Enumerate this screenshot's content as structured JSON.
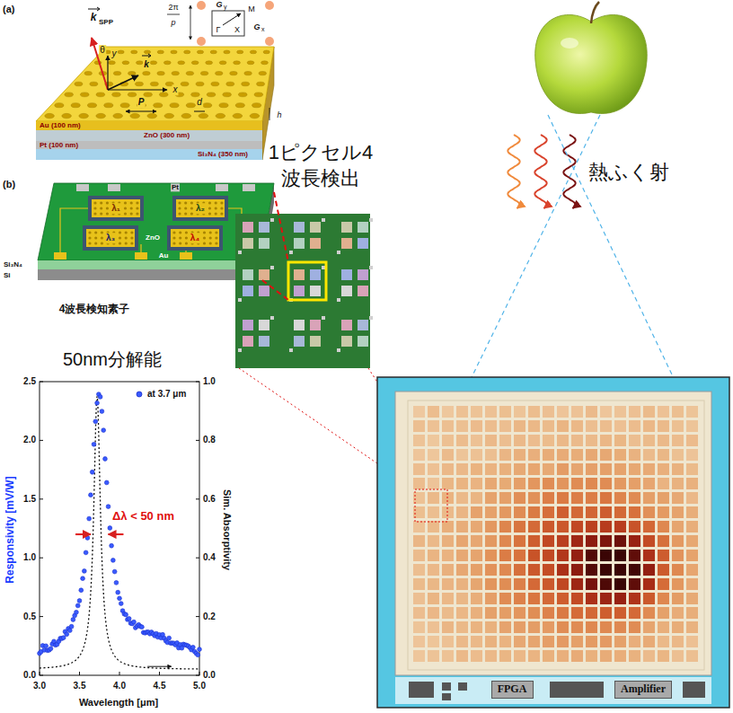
{
  "diagram": {
    "nodes": [
      {
        "text": [
          "FPGA"
        ]
      },
      {
        "text": [
          "Amplifier"
        ]
      }
    ],
    "labels": [
      "(a)",
      "k",
      "SPP",
      "θ",
      "y",
      "k",
      "x",
      "2π",
      "p",
      "G",
      "y",
      "M",
      "Γ",
      "X",
      "G",
      "x",
      "P",
      "d",
      "h",
      "Au (100 nm)",
      "ZnO (300 nm)",
      "Pt (100 nm)",
      "Si₃N₄ (350 nm)",
      "(b)",
      "Pt",
      "λ₁",
      "λ₂",
      "λ₃",
      "λ₄",
      "ZnO",
      "Au",
      "Si₃N₄",
      "Si",
      "4波長検知素子",
      "1ピクセル4 波長検出",
      "熱ふく射",
      "50nm分解能",
      "0.0",
      "0.5",
      "1.0",
      "1.5",
      "2.0",
      "2.5",
      "0.0",
      "0.2",
      "0.4",
      "0.6",
      "0.8",
      "1.0",
      "3.0",
      "3.5",
      "4.0",
      "4.5",
      "5.0",
      "Responsivity [mV/W]",
      "Sim. Absorptivity",
      "Wavelength [μm]",
      "Δλ < 50 nm"
    ],
    "legend": [
      {
        "text": "at 3.7 μm"
      }
    ]
  }
}
